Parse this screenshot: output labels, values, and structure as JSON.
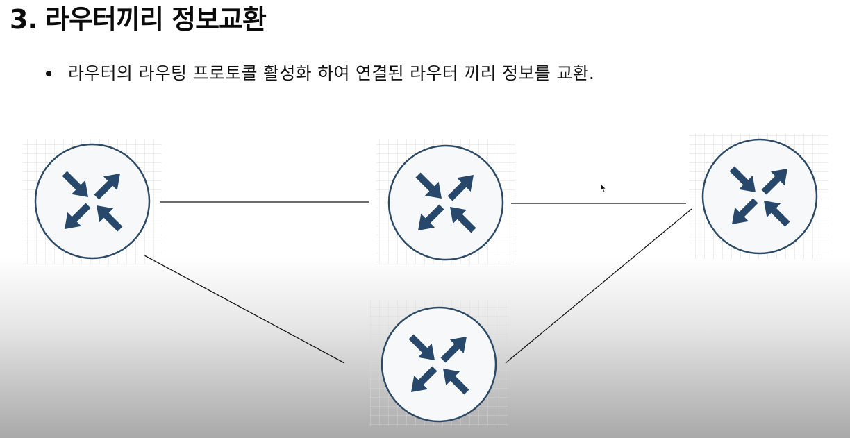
{
  "slide": {
    "title": "3. 라우터끼리 정보교환",
    "bullets": [
      "라우터의 라우팅 프로토콜 활성화 하여 연결된 라우터 끼리 정보를 교환."
    ]
  },
  "diagram": {
    "nodes": [
      {
        "id": "router-left",
        "icon": "router-icon"
      },
      {
        "id": "router-center",
        "icon": "router-icon"
      },
      {
        "id": "router-right",
        "icon": "router-icon"
      },
      {
        "id": "router-bottom",
        "icon": "router-icon"
      }
    ],
    "links": [
      {
        "from": "router-left",
        "to": "router-center"
      },
      {
        "from": "router-center",
        "to": "router-right"
      },
      {
        "from": "router-left",
        "to": "router-bottom"
      },
      {
        "from": "router-bottom",
        "to": "router-right"
      }
    ]
  },
  "colors": {
    "router_outline": "#2c4a66",
    "router_fill": "#f7f8f9",
    "arrow_fill": "#27486b",
    "grid": "#d6d6d6",
    "link": "#151515"
  }
}
